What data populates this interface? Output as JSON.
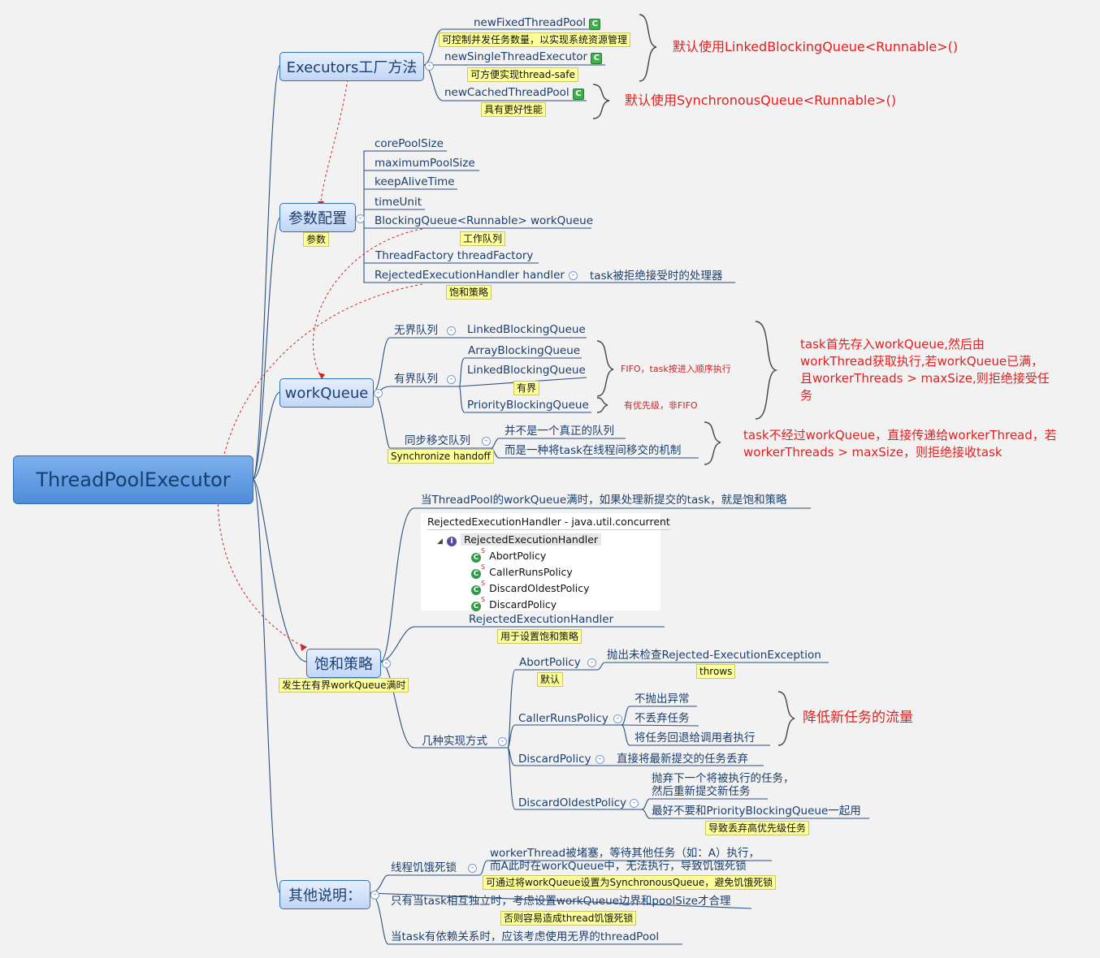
{
  "root": "ThreadPoolExecutor",
  "executors": {
    "title": "Executors工厂方法",
    "fixed": "newFixedThreadPool",
    "fixed_note": "可控制并发任务数量，以实现系统资源管理",
    "single": "newSingleThreadExecutor",
    "single_note": "可方便实现thread-safe",
    "cached": "newCachedThreadPool",
    "cached_note": "具有更好性能",
    "class_icon": "C",
    "default_linked": "默认使用LinkedBlockingQueue<Runnable>()",
    "default_sync": "默认使用SynchronousQueue<Runnable>()"
  },
  "params": {
    "title": "参数配置",
    "tag": "参数",
    "items": [
      "corePoolSize",
      "maximumPoolSize",
      "keepAliveTime",
      "timeUnit"
    ],
    "blocking_queue": "BlockingQueue<Runnable> workQueue",
    "blocking_queue_tag": "工作队列",
    "thread_factory": "ThreadFactory threadFactory",
    "handler": "RejectedExecutionHandler handler",
    "handler_tag": "饱和策略",
    "handler_note": "task被拒绝接受时的处理器"
  },
  "workqueue": {
    "title": "workQueue",
    "unbounded": "无界队列",
    "unbounded_item": "LinkedBlockingQueue",
    "bounded": "有界队列",
    "bounded_items": [
      "ArrayBlockingQueue",
      "LinkedBlockingQueue",
      "PriorityBlockingQueue"
    ],
    "bounded_tag": "有界",
    "fifo_note": "FIFO，task按进入顺序执行",
    "priority_note": "有优先级，非FIFO",
    "bounded_red": [
      "task首先存入workQueue,然后由",
      "workThread获取执行,若workQueue已满，",
      "且workerThreads > maxSize,则拒绝接受任",
      "务"
    ],
    "sync": "同步移交队列",
    "sync_tag": "Synchronize handoff",
    "sync_items": [
      "并不是一个真正的队列",
      "而是一种将task在线程间移交的机制"
    ],
    "sync_red": [
      "task不经过workQueue，直接传递给workerThread，若",
      "workerThreads > maxSize，则拒绝接收task"
    ]
  },
  "saturation": {
    "title": "饱和策略",
    "tag": "发生在有界workQueue满时",
    "intro": "当ThreadPool的workQueue满时，如果处理新提交的task，就是饱和策略",
    "tree": {
      "header": "RejectedExecutionHandler - java.util.concurrent",
      "root_item": "RejectedExecutionHandler",
      "root_icon": "I",
      "children": [
        "AbortPolicy",
        "CallerRunsPolicy",
        "DiscardOldestPolicy",
        "DiscardPolicy"
      ],
      "child_icon": "C",
      "static_mark": "S"
    },
    "handler": "RejectedExecutionHandler",
    "handler_tag": "用于设置饱和策略",
    "impls": "几种实现方式",
    "abort": "AbortPolicy",
    "abort_tag": "默认",
    "abort_note": "抛出未检查Rejected-ExecutionException",
    "abort_note_tag": "throws",
    "caller": "CallerRunsPolicy",
    "caller_items": [
      "不抛出异常",
      "不丢弃任务",
      "将任务回退给调用者执行"
    ],
    "caller_red": "降低新任务的流量",
    "discard": "DiscardPolicy",
    "discard_note": "直接将最新提交的任务丢弃",
    "discard_oldest": "DiscardOldestPolicy",
    "discard_oldest_note": [
      "抛弃下一个将被执行的任务，",
      "然后重新提交新任务"
    ],
    "discard_oldest_warn": "最好不要和PriorityBlockingQueue一起用",
    "discard_oldest_warn_tag": "导致丢弃高优先级任务"
  },
  "others": {
    "title": "其他说明：",
    "starvation": "线程饥饿死锁",
    "starvation_note": [
      "workerThread被堵塞，等待其他任务（如：A）执行，",
      "而A此时在workQueue中，无法执行，导致饥饿死锁"
    ],
    "starvation_tag": "可通过将workQueue设置为SynchronousQueue，避免饥饿死锁",
    "independent": "只有当task相互独立时，考虑设置workQueue边界和poolSize才合理",
    "independent_tag": "否则容易造成thread饥饿死锁",
    "dependent": "当task有依赖关系时，应该考虑使用无界的threadPool"
  },
  "colors": {
    "line": "#2a4f80",
    "dashed": "#d42020",
    "tag_bg": "#ffff99",
    "red_text": "#e02020"
  }
}
